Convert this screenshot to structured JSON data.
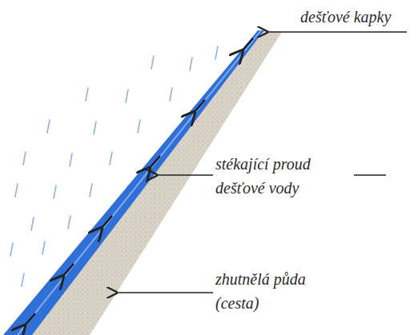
{
  "diagram": {
    "labels": [
      "dešťové kapky",
      "stékající proud dešťové vody",
      "zhutnělá půda (cesta)"
    ]
  }
}
